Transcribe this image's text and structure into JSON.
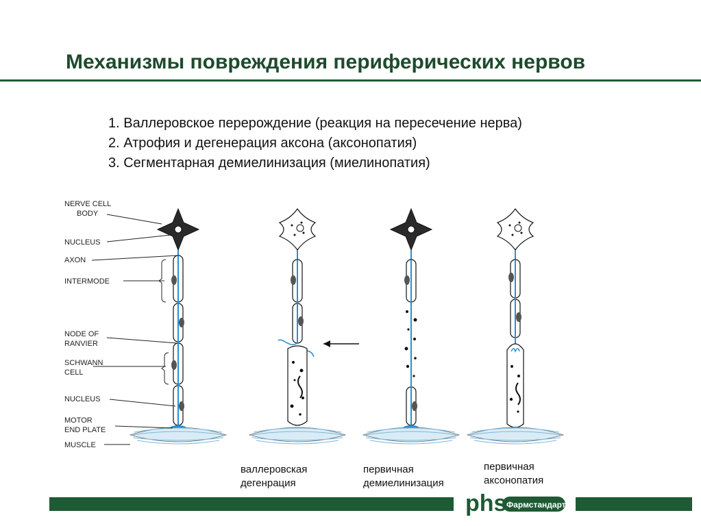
{
  "title": "Механизмы повреждения периферических нервов",
  "list": [
    "1. Валлеровское перерождение (реакция на пересечение нерва)",
    "2.  Атрофия и дегенерация аксона (аксонопатия)",
    "3.  Сегментарная демиелинизация (миелинопатия)"
  ],
  "diagram_labels": {
    "nerve_cell_body": [
      "NERVE CELL",
      "BODY"
    ],
    "nucleus_top": "NUCLEUS",
    "axon": "AXON",
    "intermode": "INTERMODE",
    "node_of_ranvier": [
      "NODE OF",
      "RANVIER"
    ],
    "schwann_cell": [
      "SCHWANN",
      "CELL"
    ],
    "nucleus_bottom": "NUCLEUS",
    "motor_end_plate": [
      "MOTOR",
      "END PLATE"
    ],
    "muscle": "MUSCLE"
  },
  "captions": {
    "wallerian": [
      "валлеровская",
      "дегенрация"
    ],
    "demyelination": [
      "первичная",
      "демиелинизация"
    ],
    "axonopathy": [
      "первичная",
      "аксонопатия"
    ]
  },
  "logo": {
    "mark": "phs",
    "text": "Фармстандарт"
  },
  "colors": {
    "title": "#1e4a2e",
    "bar": "#1e5a34",
    "axon": "#2b8fd0",
    "muscle": "#7fb6d8"
  }
}
